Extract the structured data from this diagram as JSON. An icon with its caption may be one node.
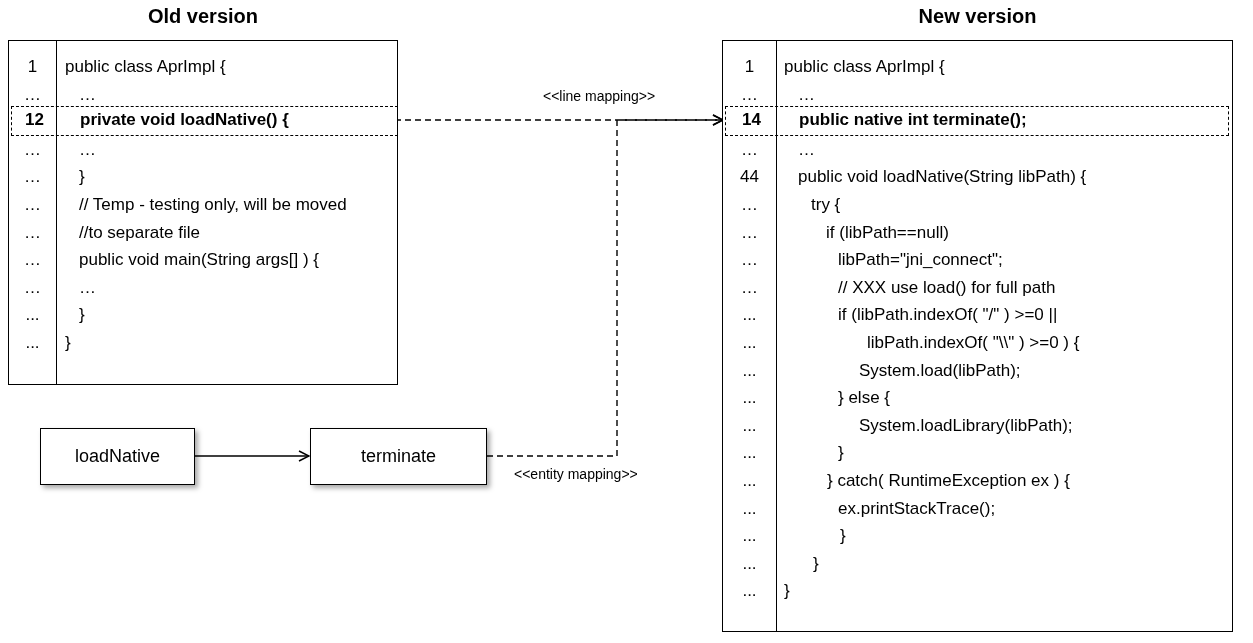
{
  "diagram": {
    "nodes": [
      {
        "text": [
          "Old version"
        ]
      },
      {
        "text": [
          "12",
          "private void loadNative() {"
        ],
        "in": 0
      },
      {
        "text": [
          "New version"
        ]
      },
      {
        "text": [
          "14",
          "public native int terminate();"
        ],
        "in": 2
      },
      {
        "text": [
          "loadNative"
        ]
      },
      {
        "text": [
          "terminate"
        ]
      }
    ],
    "edges": [
      {
        "from": 1,
        "to": 3,
        "arrow": "to",
        "style": "dashed",
        "label": "<<line mapping>>"
      },
      {
        "from": 4,
        "to": 5,
        "arrow": "to"
      },
      {
        "from": 5,
        "to": 3,
        "arrow": "to",
        "style": "dashed",
        "label": "<<entity mapping>>"
      }
    ],
    "labels": [
      "1",
      "public class AprImpl {",
      "…",
      "…",
      "…",
      "…",
      "…",
      "}",
      "…",
      "// Temp - testing only, will be moved",
      "…",
      "//to separate file",
      "…",
      "public void main(String args[] ) {",
      "…",
      "…",
      "...",
      "}",
      "...",
      "}",
      "1",
      "public class AprImpl {",
      "…",
      "…",
      "…",
      "…",
      "44",
      "public void loadNative(String libPath) {",
      "…",
      "try {",
      "…",
      "if (libPath==null)",
      "…",
      "libPath=\"jni_connect\";",
      "…",
      "// XXX use load() for full path",
      "...",
      "if (libPath.indexOf( \"/\" ) >=0 ||",
      "...",
      "libPath.indexOf( \"\\\\\" ) >=0 ) {",
      "...",
      "System.load(libPath);",
      "...",
      "} else {",
      "...",
      "System.loadLibrary(libPath);",
      "...",
      "}",
      "...",
      "} catch( RuntimeException ex ) {",
      "...",
      "ex.printStackTrace();",
      "...",
      "}",
      "...",
      "}",
      "...",
      "}"
    ]
  }
}
